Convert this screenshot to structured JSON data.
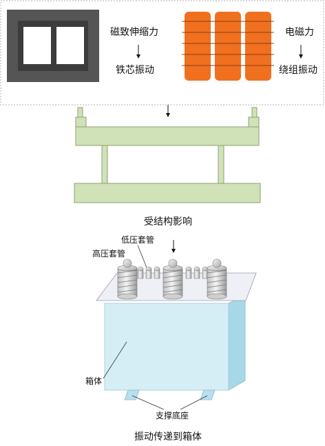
{
  "top": {
    "core_label_1": "磁致伸缩力",
    "core_label_2": "铁芯振动",
    "winding_label_1": "电磁力",
    "winding_label_2": "绕组振动"
  },
  "structure": {
    "caption": "受结构影响"
  },
  "transformer": {
    "lv_bushing_label": "低压套管",
    "hv_bushing_label": "高压套管",
    "tank_label": "箱体",
    "support_label": "支撑底座"
  },
  "bottom_caption": "振动传递到箱体",
  "colors": {
    "core_dark": "#555555",
    "core_inner": "#3c3c3c",
    "winding_orange": "#f07020",
    "frame_green": "#cfe2b8",
    "frame_stroke": "#8fa070",
    "tank_front": "#d5edf5",
    "tank_side": "#a8d8e8",
    "tank_top": "#eef0f6"
  }
}
